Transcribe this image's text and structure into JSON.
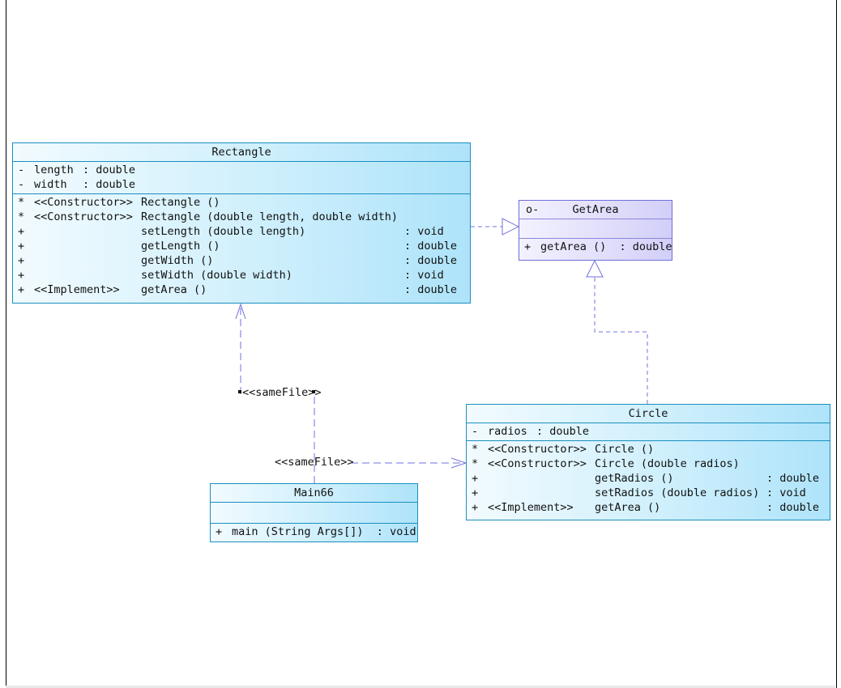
{
  "diagram": {
    "classes": {
      "rectangle": {
        "name": "Rectangle",
        "attributes": [
          {
            "vis": "-",
            "name": "length",
            "type": ": double"
          },
          {
            "vis": "-",
            "name": "width",
            "type": ": double"
          }
        ],
        "operations": [
          {
            "vis": "*",
            "stereo": "<<Constructor>>",
            "sig": "Rectangle ()",
            "ret": ""
          },
          {
            "vis": "*",
            "stereo": "<<Constructor>>",
            "sig": "Rectangle (double length, double width)",
            "ret": ""
          },
          {
            "vis": "+",
            "stereo": "",
            "sig": "setLength (double length)",
            "ret": ": void"
          },
          {
            "vis": "+",
            "stereo": "",
            "sig": "getLength ()",
            "ret": ": double"
          },
          {
            "vis": "+",
            "stereo": "",
            "sig": "getWidth ()",
            "ret": ": double"
          },
          {
            "vis": "+",
            "stereo": "",
            "sig": "setWidth (double width)",
            "ret": ": void"
          },
          {
            "vis": "+",
            "stereo": "<<Implement>>",
            "sig": "getArea ()",
            "ret": ": double"
          }
        ]
      },
      "getarea": {
        "marker": "o-",
        "name": "GetArea",
        "operations": [
          {
            "vis": "+",
            "sig": "getArea ()  : double"
          }
        ]
      },
      "circle": {
        "name": "Circle",
        "attributes": [
          {
            "vis": "-",
            "name": "radios",
            "type": ": double"
          }
        ],
        "operations": [
          {
            "vis": "*",
            "stereo": "<<Constructor>>",
            "sig": "Circle ()",
            "ret": ""
          },
          {
            "vis": "*",
            "stereo": "<<Constructor>>",
            "sig": "Circle (double radios)",
            "ret": ""
          },
          {
            "vis": "+",
            "stereo": "",
            "sig": "getRadios ()",
            "ret": ": double"
          },
          {
            "vis": "+",
            "stereo": "",
            "sig": "setRadios (double radios)",
            "ret": ": void"
          },
          {
            "vis": "+",
            "stereo": "<<Implement>>",
            "sig": "getArea ()",
            "ret": ": double"
          }
        ]
      },
      "main66": {
        "name": "Main66",
        "operations": [
          {
            "vis": "+",
            "sig": "main (String Args[])  : void"
          }
        ]
      }
    },
    "dependency_labels": {
      "to_rectangle": "<<sameFile>>",
      "to_circle": "<<sameFile>>"
    }
  },
  "colors": {
    "class_border": "#1a8fbf",
    "interface_border": "#6f6fd8",
    "connector": "#7272e0"
  }
}
